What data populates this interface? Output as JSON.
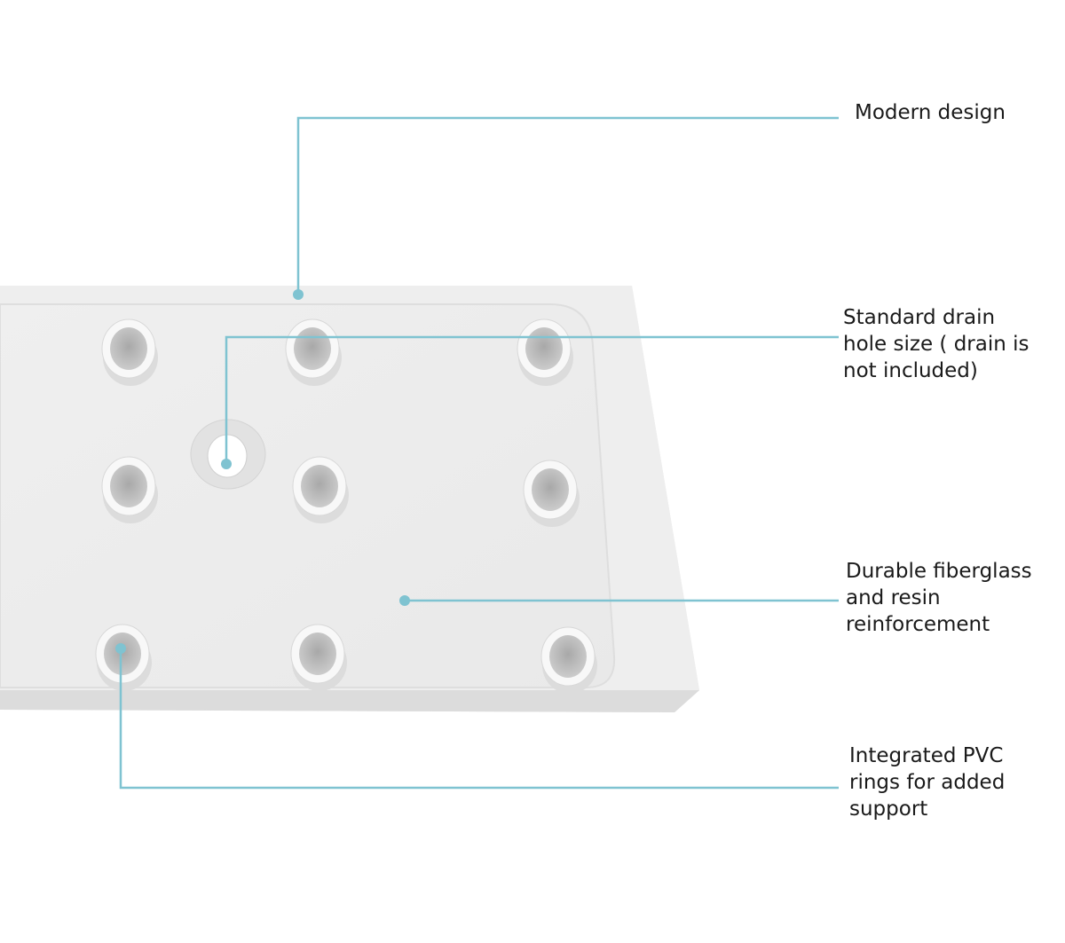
{
  "colors": {
    "leader": "#7fc3d1",
    "tray": "#ededed",
    "background": "#ffffff"
  },
  "callouts": [
    {
      "id": "modern",
      "lines": [
        "Modern design"
      ]
    },
    {
      "id": "drain",
      "lines": [
        "Standard drain",
        "hole size ( drain is",
        "not included)"
      ]
    },
    {
      "id": "fiberglass",
      "lines": [
        "Durable fiberglass",
        "and resin",
        "reinforcement"
      ]
    },
    {
      "id": "pvc",
      "lines": [
        "Integrated PVC",
        "rings for added",
        "support"
      ]
    }
  ]
}
